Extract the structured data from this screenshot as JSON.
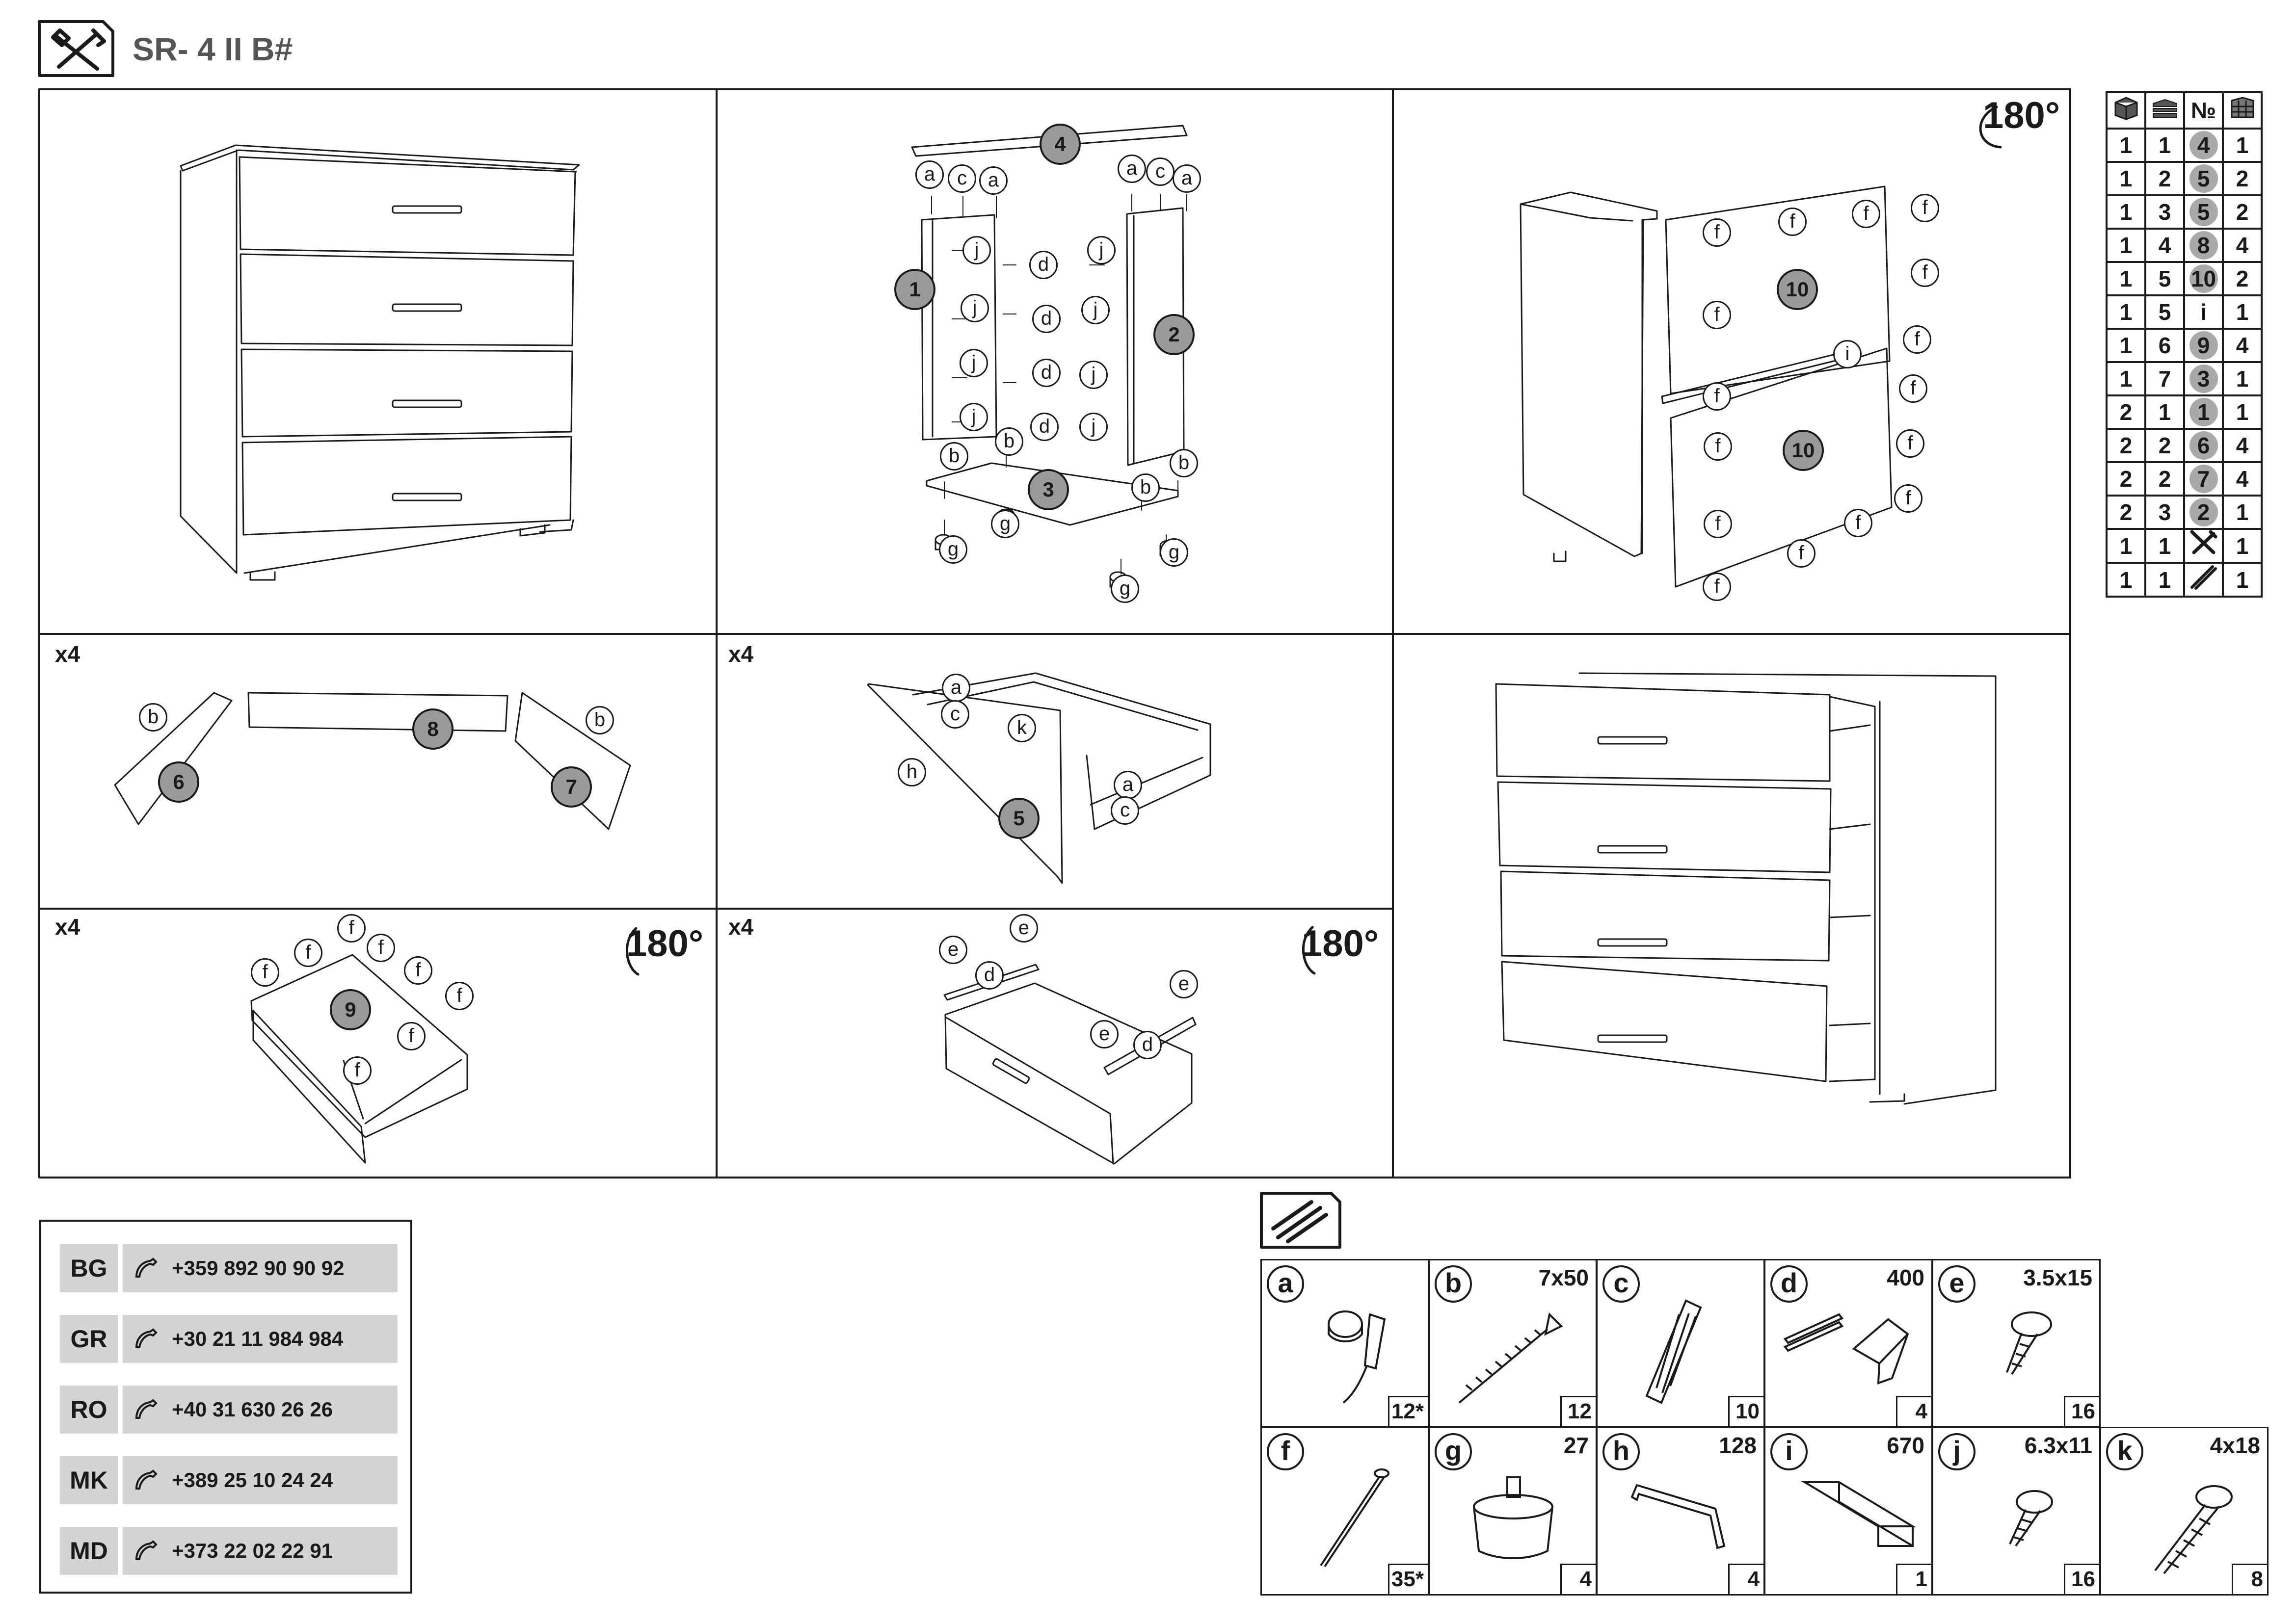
{
  "header": {
    "model": "SR- 4 II B#",
    "icon": "tools-icon"
  },
  "steps": [
    {
      "id": 1,
      "count": ""
    },
    {
      "id": 2,
      "count": ""
    },
    {
      "id": 3,
      "count": "",
      "rotate": "180°"
    },
    {
      "id": 4,
      "count": "x4"
    },
    {
      "id": 5,
      "count": "x4"
    },
    {
      "id": 6,
      "count": ""
    },
    {
      "id": 7,
      "count": "x4",
      "rotate": "180°"
    },
    {
      "id": 8,
      "count": "x4",
      "rotate": "180°"
    }
  ],
  "labels": {
    "a": "a",
    "b": "b",
    "c": "c",
    "d": "d",
    "e": "e",
    "f": "f",
    "g": "g",
    "h": "h",
    "i": "i",
    "j": "j",
    "k": "k",
    "p1": "1",
    "p2": "2",
    "p3": "3",
    "p4": "4",
    "p5": "5",
    "p6": "6",
    "p7": "7",
    "p8": "8",
    "p9": "9",
    "p10": "10"
  },
  "parts_table": {
    "header_icons": [
      "package-box-icon",
      "package-stack-icon",
      "number-sign-icon",
      "quantity-grid-icon"
    ],
    "header_number_label": "№",
    "rows": [
      [
        "1",
        "1",
        "4",
        "1"
      ],
      [
        "1",
        "2",
        "5",
        "2"
      ],
      [
        "1",
        "3",
        "5",
        "2"
      ],
      [
        "1",
        "4",
        "8",
        "4"
      ],
      [
        "1",
        "5",
        "10",
        "2"
      ],
      [
        "1",
        "5",
        "i",
        "1"
      ],
      [
        "1",
        "6",
        "9",
        "4"
      ],
      [
        "1",
        "7",
        "3",
        "1"
      ],
      [
        "2",
        "1",
        "1",
        "1"
      ],
      [
        "2",
        "2",
        "6",
        "4"
      ],
      [
        "2",
        "2",
        "7",
        "4"
      ],
      [
        "2",
        "3",
        "2",
        "1"
      ],
      [
        "1",
        "1",
        "tools-icon",
        "1"
      ],
      [
        "1",
        "1",
        "rail-icon",
        "1"
      ]
    ]
  },
  "contacts": [
    {
      "country": "BG",
      "phone": "+359 892 90 90 92"
    },
    {
      "country": "GR",
      "phone": "+30 21 11 984 984"
    },
    {
      "country": "RO",
      "phone": "+40 31 630 26 26"
    },
    {
      "country": "MK",
      "phone": "+389 25 10 24 24"
    },
    {
      "country": "MD",
      "phone": "+373 22 02 22 91"
    }
  ],
  "hardware": [
    {
      "letter": "a",
      "size": "",
      "qty": "12*",
      "icon": "cam-lock-icon"
    },
    {
      "letter": "b",
      "size": "7x50",
      "qty": "12",
      "icon": "confirmat-screw-icon"
    },
    {
      "letter": "c",
      "size": "",
      "qty": "10",
      "icon": "wood-dowel-icon"
    },
    {
      "letter": "d",
      "size": "400",
      "qty": "4",
      "icon": "drawer-slide-icon"
    },
    {
      "letter": "e",
      "size": "3.5x15",
      "qty": "16",
      "icon": "small-screw-icon"
    },
    {
      "letter": "f",
      "size": "",
      "qty": "35*",
      "icon": "nail-icon"
    },
    {
      "letter": "g",
      "size": "27",
      "qty": "4",
      "icon": "foot-icon"
    },
    {
      "letter": "h",
      "size": "128",
      "qty": "4",
      "icon": "handle-icon"
    },
    {
      "letter": "i",
      "size": "670",
      "qty": "1",
      "icon": "connector-profile-icon"
    },
    {
      "letter": "j",
      "size": "6.3x11",
      "qty": "16",
      "icon": "short-screw-icon"
    },
    {
      "letter": "k",
      "size": "4x18",
      "qty": "8",
      "icon": "handle-screw-icon"
    }
  ],
  "hardware_header_icon": "hardware-screws-icon"
}
